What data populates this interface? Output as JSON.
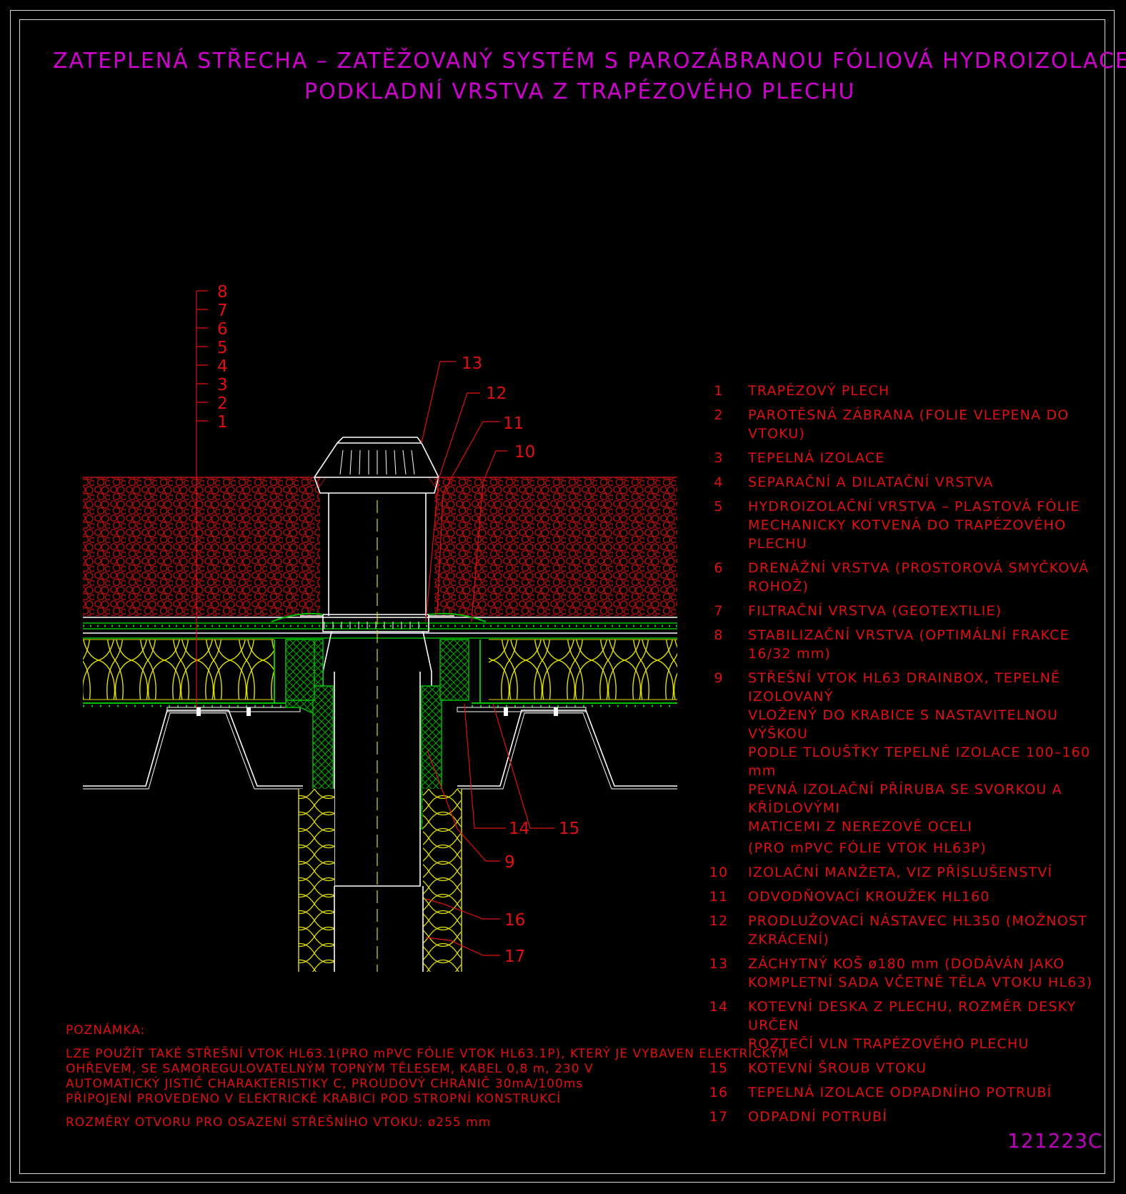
{
  "title": {
    "line1": "ZATEPLENÁ STŘECHA – ZATĚŽOVANÝ SYSTÉM S PAROZÁBRANOU FÓLIOVÁ HYDROIZOLACE,",
    "line2": "PODKLADNÍ VRSTVA Z TRAPÉZOVÉHO PLECHU"
  },
  "layer_labels": [
    "8",
    "7",
    "6",
    "5",
    "4",
    "3",
    "2",
    "1"
  ],
  "callouts": [
    "13",
    "12",
    "11",
    "10",
    "14",
    "15",
    "9",
    "16",
    "17"
  ],
  "legend": [
    {
      "num": "1",
      "text": "TRAPÉZOVÝ PLECH"
    },
    {
      "num": "2",
      "text": "PAROTĚSNÁ ZÁBRANA (FOLIE VLEPENA DO VTOKU)"
    },
    {
      "num": "3",
      "text": "TEPELNÁ IZOLACE"
    },
    {
      "num": "4",
      "text": "SEPARAČNÍ A DILATAČNÍ VRSTVA"
    },
    {
      "num": "5",
      "text": "HYDROIZOLAČNÍ VRSTVA – PLASTOVÁ FÓLIE\nMECHANICKY KOTVENÁ DO TRAPÉZOVÉHO PLECHU"
    },
    {
      "num": "6",
      "text": "DRENÁŽNÍ VRSTVA (PROSTOROVÁ SMYČKOVÁ ROHOŽ)"
    },
    {
      "num": "7",
      "text": "FILTRAČNÍ VRSTVA (GEOTEXTILIE)"
    },
    {
      "num": "8",
      "text": "STABILIZAČNÍ VRSTVA (OPTIMÁLNÍ FRAKCE 16/32 mm)"
    },
    {
      "num": "9",
      "text": "STŘEŠNÍ VTOK HL63 DRAINBOX, TEPELNĚ IZOLOVANÝ\nVLOŽENÝ DO KRABICE S NASTAVITELNOU VÝŠKOU\nPODLE TLOUŠŤKY TEPELNÉ IZOLACE 100–160 mm\nPEVNÁ IZOLAČNÍ PŘÍRUBA SE SVORKOU A KŘÍDLOVÝMI\nMATICEMI Z NEREZOVÉ OCELI"
    },
    {
      "num": "",
      "text": "(PRO mPVC FÓLIE VTOK HL63P)"
    },
    {
      "num": "10",
      "text": "IZOLAČNÍ MANŽETA, VIZ PŘÍSLUŠENSTVÍ"
    },
    {
      "num": "11",
      "text": "ODVODŇOVACÍ KROUŽEK HL160"
    },
    {
      "num": "12",
      "text": "PRODLUŽOVACÍ NÁSTAVEC HL350 (MOŽNOST ZKRÁCENÍ)"
    },
    {
      "num": "13",
      "text": "ZÁCHYTNÝ KOŠ ø180 mm (DODÁVÁN JAKO\nKOMPLETNÍ SADA VČETNĚ TĚLA VTOKU HL63)"
    },
    {
      "num": "14",
      "text": "KOTEVNÍ DESKA Z PLECHU, ROZMĚR DESKY URČEN\nROZTEČÍ VLN TRAPÉZOVÉHO PLECHU"
    },
    {
      "num": "15",
      "text": "KOTEVNÍ ŠROUB VTOKU"
    },
    {
      "num": "16",
      "text": "TEPELNÁ IZOLACE ODPADNÍHO POTRUBÍ"
    },
    {
      "num": "17",
      "text": "ODPADNÍ POTRUBÍ"
    }
  ],
  "note": {
    "heading": "POZNÁMKA:",
    "body": "LZE POUŽÍT TAKÉ STŘEŠNÍ VTOK HL63.1(PRO mPVC FÓLIE VTOK HL63.1P), KTERÝ JE VYBAVEN ELEKTRICKÝM\nOHŘEVEM, SE SAMOREGULOVATELNÝM TOPNÝM TĚLESEM, KABEL 0,8 m, 230 V\nAUTOMATICKÝ JISTIČ CHARAKTERISTIKY C, PROUDOVÝ CHRÁNIČ 30mA/100ms\nPŘIPOJENÍ PROVEDENO V ELEKTRICKÉ KRABICI POD STROPNÍ KONSTRUKCÍ",
    "opening": "ROZMĚRY OTVORU PRO OSAZENÍ STŘEŠNÍHO VTOKU: ø255 mm"
  },
  "drawing_code": "121223C",
  "colors": {
    "background": "#000000",
    "title": "#d000d0",
    "text": "#e01010",
    "gravel": "#b01010",
    "insulation": "#e0e000",
    "membrane": "#00c000",
    "outline": "#ffffff"
  }
}
